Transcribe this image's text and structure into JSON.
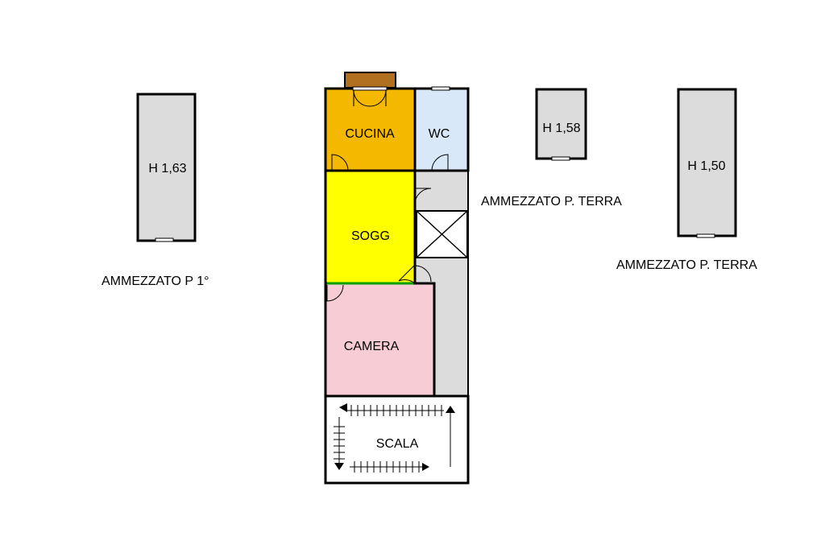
{
  "rooms": {
    "cucina": {
      "label": "CUCINA",
      "color": "#f5b800"
    },
    "wc": {
      "label": "WC",
      "color": "#d8e8f8"
    },
    "sogg": {
      "label": "SOGG",
      "color": "#ffff00"
    },
    "camera": {
      "label": "CAMERA",
      "color": "#f8ccd4"
    },
    "scala": {
      "label": "SCALA",
      "color": "#ffffff"
    }
  },
  "mezzanines": {
    "first_floor": {
      "height_label": "H 1,63",
      "caption": "AMMEZZATO P 1°"
    },
    "ground_a": {
      "height_label": "H 1,58",
      "caption": "AMMEZZATO P. TERRA"
    },
    "ground_b": {
      "height_label": "H 1,50",
      "caption": "AMMEZZATO P. TERRA"
    }
  },
  "colors": {
    "mezzanine_fill": "#dcdcdc",
    "corridor_fill": "#dcdcdc",
    "balcony_fill": "#b07020",
    "wall": "#000000",
    "green_line": "#00a000"
  }
}
